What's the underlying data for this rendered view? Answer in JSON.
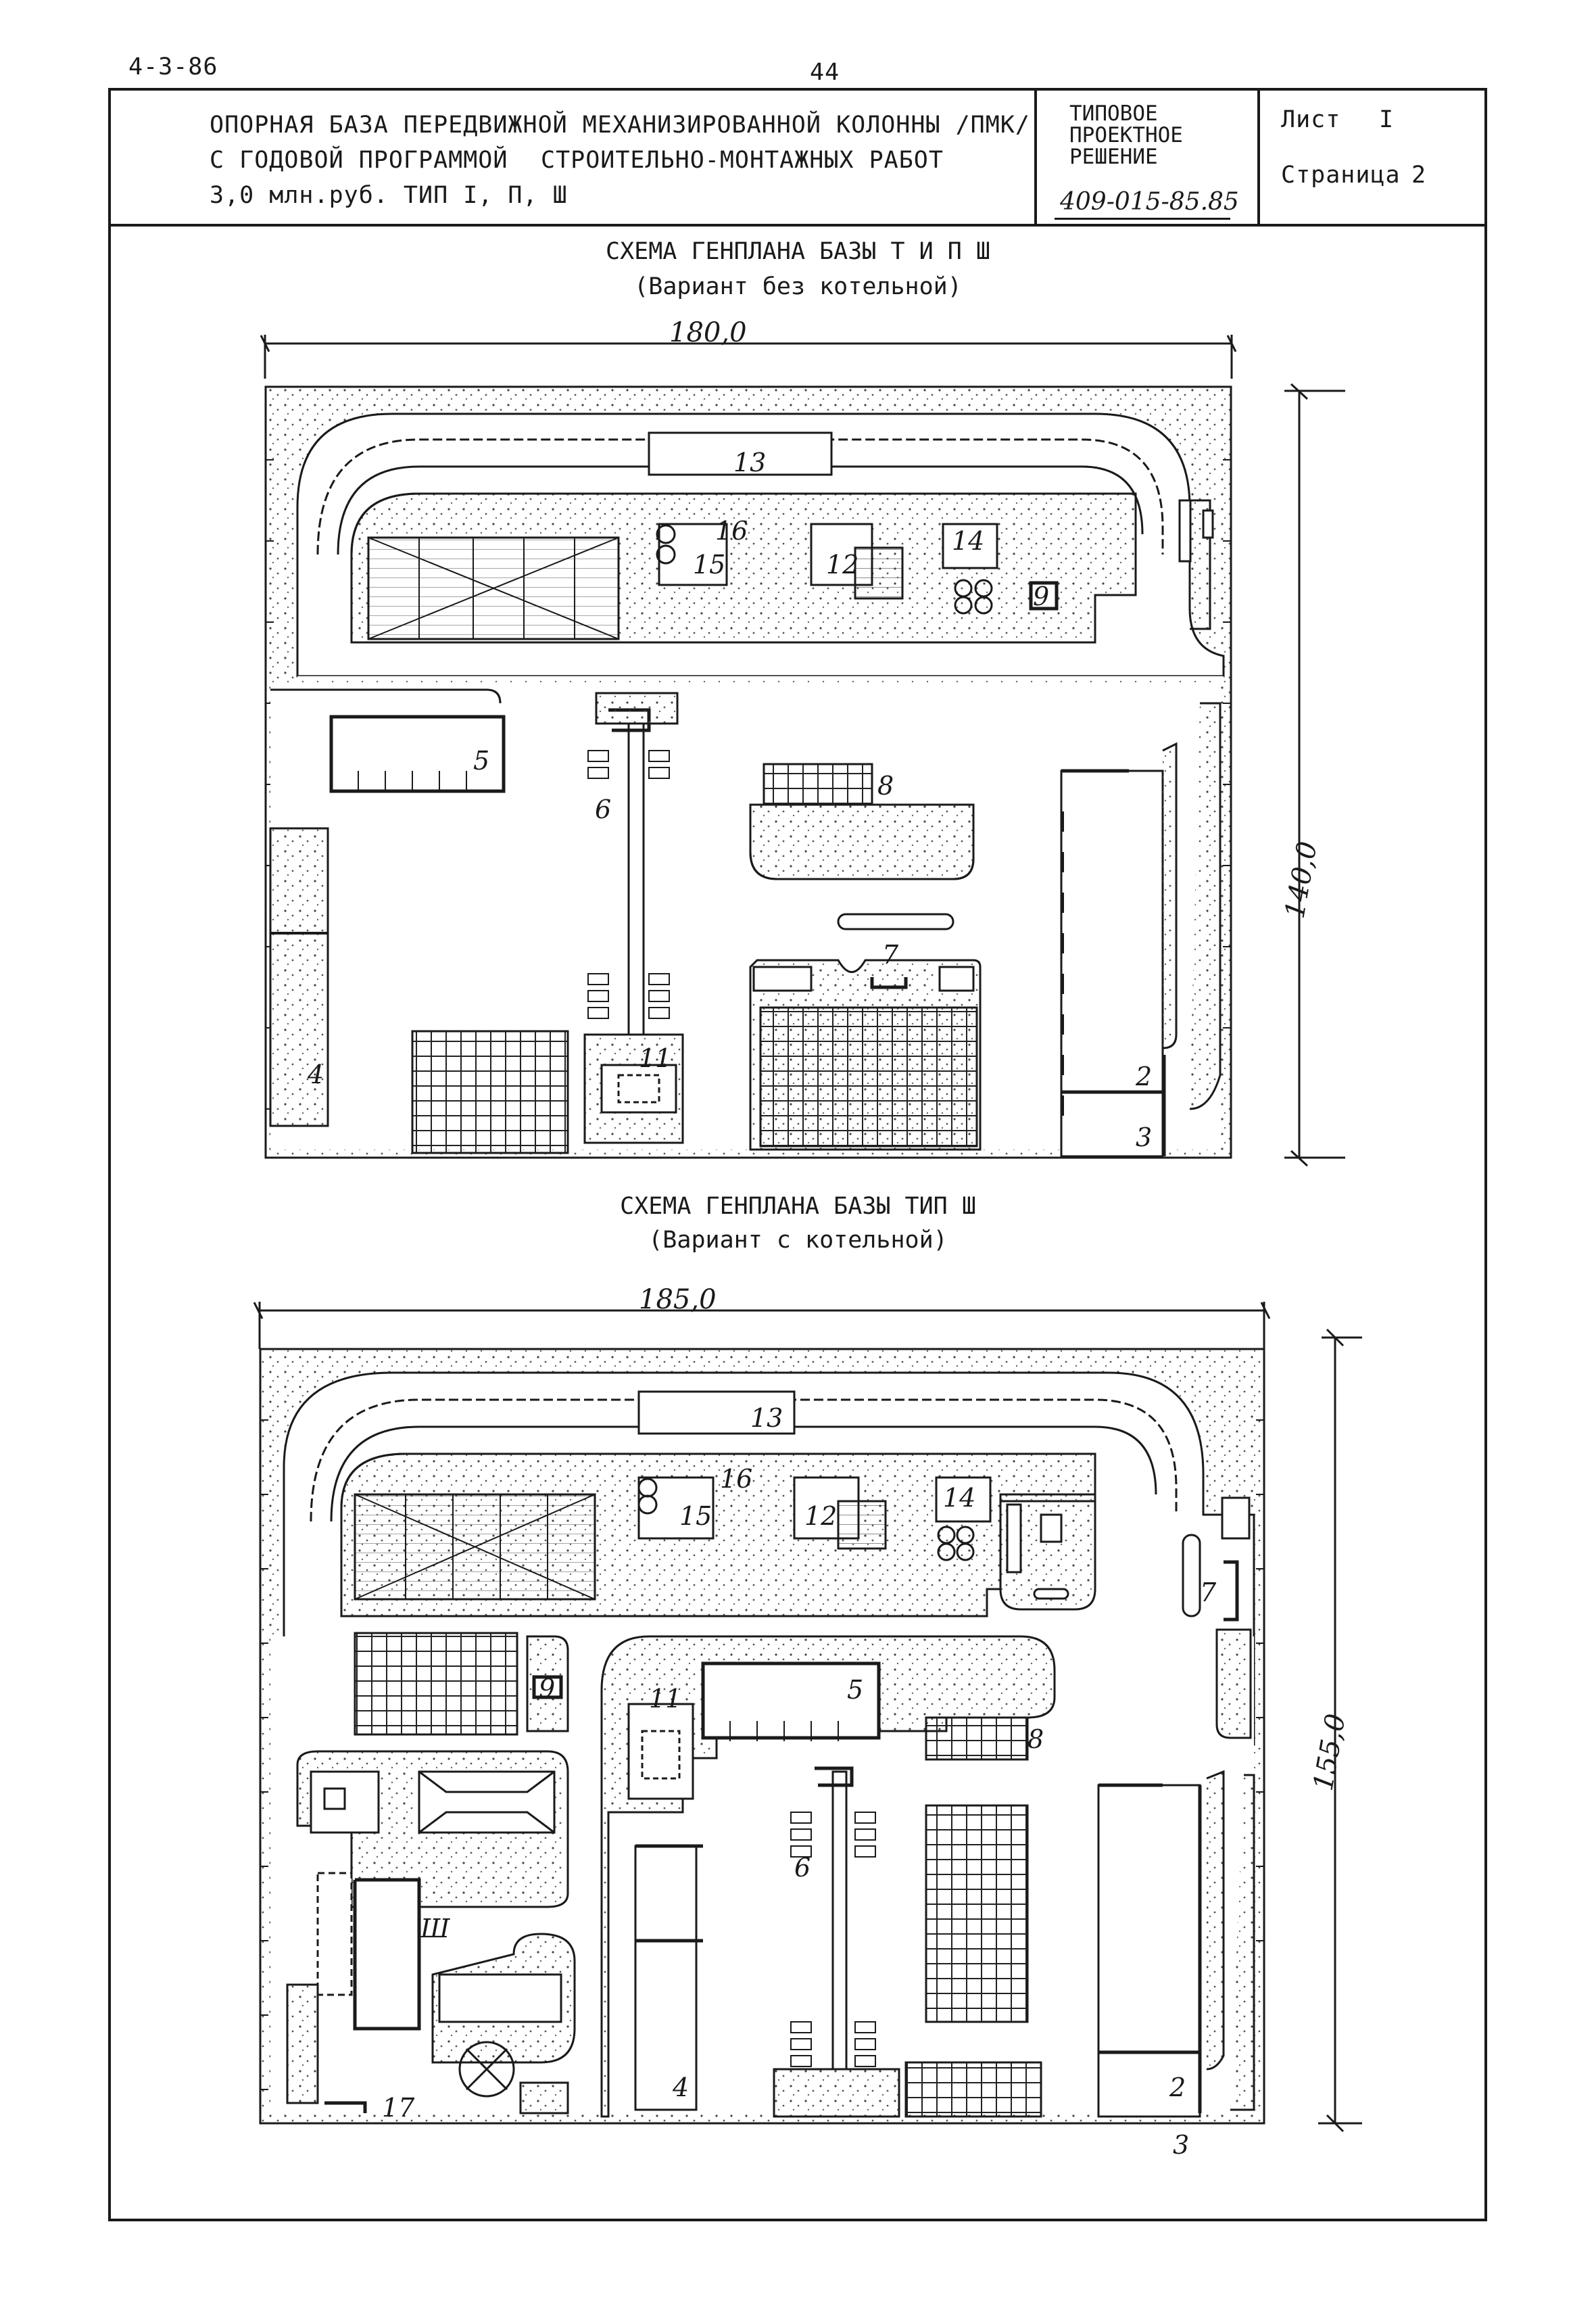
{
  "corner_date": "4-3-86",
  "page_number": "44",
  "title": {
    "line1": "ОПОРНАЯ БАЗА ПЕРЕДВИЖНОЙ МЕХАНИЗИРОВАННОЙ КОЛОННЫ /ПМК/",
    "line2a": "С ГОДОВОЙ ПРОГРАММОЙ",
    "line2b": "СТРОИТЕЛЬНО-МОНТАЖНЫХ  РАБОТ",
    "line3": "3,0 млн.руб.  ТИП   I, П, Ш"
  },
  "type_block": {
    "line1": "ТИПОВОЕ",
    "line2": "ПРОЕКТНОЕ",
    "line3": "РЕШЕНИЕ",
    "code": "409-015-85.85"
  },
  "sheet": {
    "label": "Лист",
    "value": "I",
    "page_label": "Страница",
    "page_value": "2"
  },
  "plan1": {
    "title": "СХЕМА ГЕНПЛАНА БАЗЫ  Т И П  Ш",
    "subtitle": "(Вариант без котельной)",
    "width_dim": "180,0",
    "height_dim": "140,0",
    "labels": [
      "13",
      "16",
      "15",
      "12",
      "14",
      "9",
      "5",
      "6",
      "8",
      "7",
      "4",
      "11",
      "2",
      "3"
    ]
  },
  "plan2": {
    "title": "СХЕМА ГЕНПЛАНА БАЗЫ  ТИП  Ш",
    "subtitle": "(Вариант с котельной)",
    "width_dim": "185,0",
    "height_dim": "155,0",
    "labels": [
      "13",
      "16",
      "15",
      "12",
      "14",
      "7",
      "9",
      "11",
      "5",
      "8",
      "6",
      "4",
      "17",
      "2",
      "3",
      "Ш"
    ]
  }
}
